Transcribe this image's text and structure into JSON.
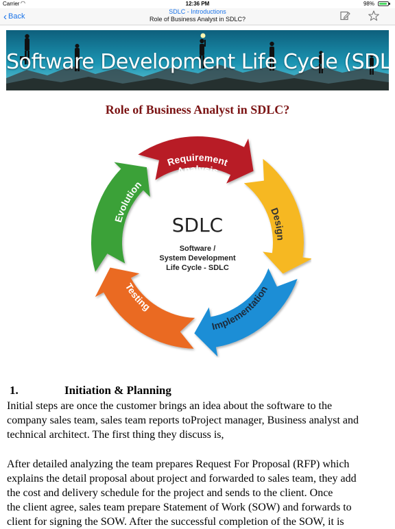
{
  "status_bar": {
    "carrier": "Carrier",
    "time": "12:36 PM",
    "battery": "98%"
  },
  "nav": {
    "back_label": "Back",
    "title": "SDLC - Introductions",
    "subtitle": "Role of Business Analyst in SDLC?"
  },
  "banner": {
    "title": "Software Development Life Cycle (SDLC)"
  },
  "heading": "Role of Business Analyst in SDLC?",
  "diagram": {
    "center_title": "SDLC",
    "center_line1": "Software /",
    "center_line2": "System Development",
    "center_line3": "Life Cycle - SDLC",
    "segments": [
      {
        "line1": "Requirement",
        "line2": "Analysis",
        "color": "#b81f27"
      },
      {
        "line1": "Design",
        "color": "#f6b820"
      },
      {
        "line1": "Implementation",
        "color": "#1c8ed6"
      },
      {
        "line1": "Testing",
        "color": "#ea6b24"
      },
      {
        "line1": "Evolution",
        "color": "#3aa138"
      }
    ]
  },
  "section": {
    "number": "1.",
    "title": "Initiation & Planning"
  },
  "paragraphs": {
    "p1_l1": "Initial steps are once the customer brings an idea about the software to the",
    "p1_l2": "company sales team, sales team reports toProject manager, Business analyst and",
    "p1_l3": "technical architect. The first thing they discuss is,",
    "p2_l1": "After detailed analyzing the team prepares Request For Proposal (RFP) which",
    "p2_l2": "explains the detail proposal about project and forwarded to sales team, they add",
    "p2_l3": "the cost and delivery schedule for the project and sends to the client. Once",
    "p2_l4": "the client agree, sales team prepare Statement of Work (SOW) and forwards to",
    "p2_l5": "client for signing the SOW. After the successful completion of the SOW, it is"
  }
}
